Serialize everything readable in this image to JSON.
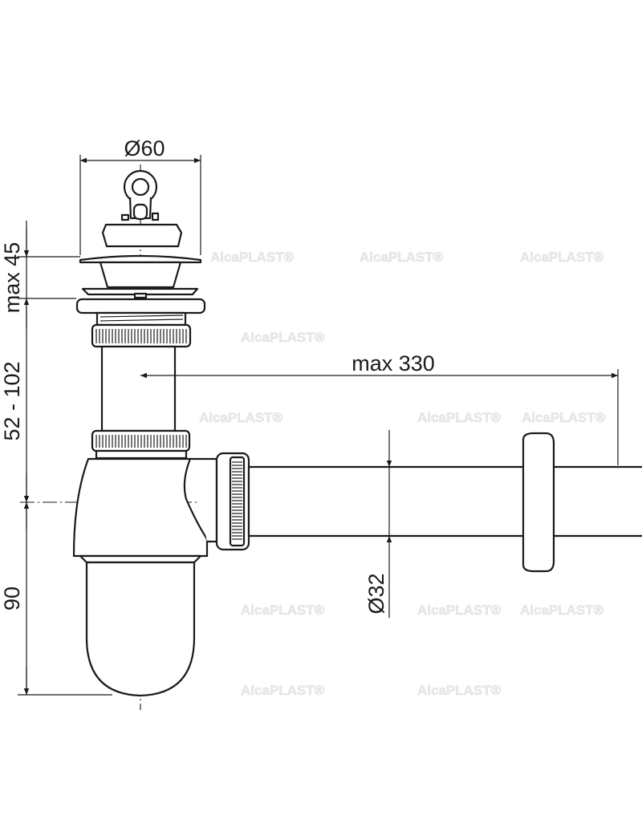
{
  "drawing": {
    "dimensions": {
      "flange_diameter": "Ø60",
      "max_height_stopper": "max 45",
      "height_range": "52 - 102",
      "trap_depth": "90",
      "max_length": "max 330",
      "pipe_diameter": "Ø32"
    },
    "watermark": "AlcaPLAST®",
    "colors": {
      "line": "#1a1a1a",
      "watermark": "#e6e6e6"
    }
  }
}
